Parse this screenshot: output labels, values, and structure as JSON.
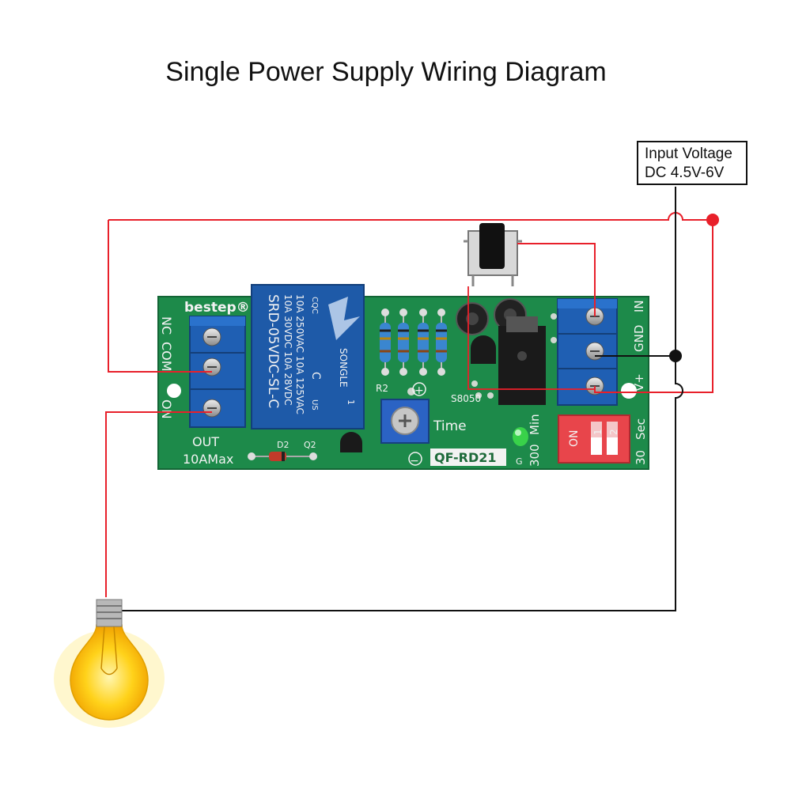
{
  "title": "Single Power Supply Wiring Diagram",
  "input_box": {
    "line1": "Input Voltage",
    "line2": "DC 4.5V-6V"
  },
  "board": {
    "brand": "bestep®",
    "model": "QF-RD21",
    "out_label": "OUT",
    "out_rating": "10AMax",
    "nc_label": "NC",
    "com_label": "COM",
    "on_label": "ON",
    "in_label": "IN",
    "gnd_label": "GND",
    "vplus_label": "V+",
    "time_label": "Time",
    "r2_label": "R2",
    "plus_label": "+",
    "minus_label": "−",
    "transistor_label": "S8050",
    "d2_label": "D2",
    "q2_label": "Q2",
    "g_label": "G",
    "min_label": "Min",
    "sec_label": "Sec",
    "range_min": "300",
    "range_sec": "30",
    "dip_on": "ON",
    "dip_1": "1",
    "dip_2": "2",
    "relay": {
      "line1": "10A 250VAC 10A 125VAC",
      "line2": "10A 30VDC 10A 28VDC",
      "line3": "SRD-05VDC-SL-C",
      "brand": "SONGLE",
      "cqc": "CQC",
      "ce": "C",
      "us": "US",
      "one": "1"
    }
  },
  "colors": {
    "wire_positive": "#e8202a",
    "wire_ground": "#111111",
    "pcb": "#1d8a4a",
    "terminal": "#1f5fb3",
    "relay": "#1e5aa8",
    "dip": "#e8454b",
    "bulb": "#ffd21a"
  }
}
